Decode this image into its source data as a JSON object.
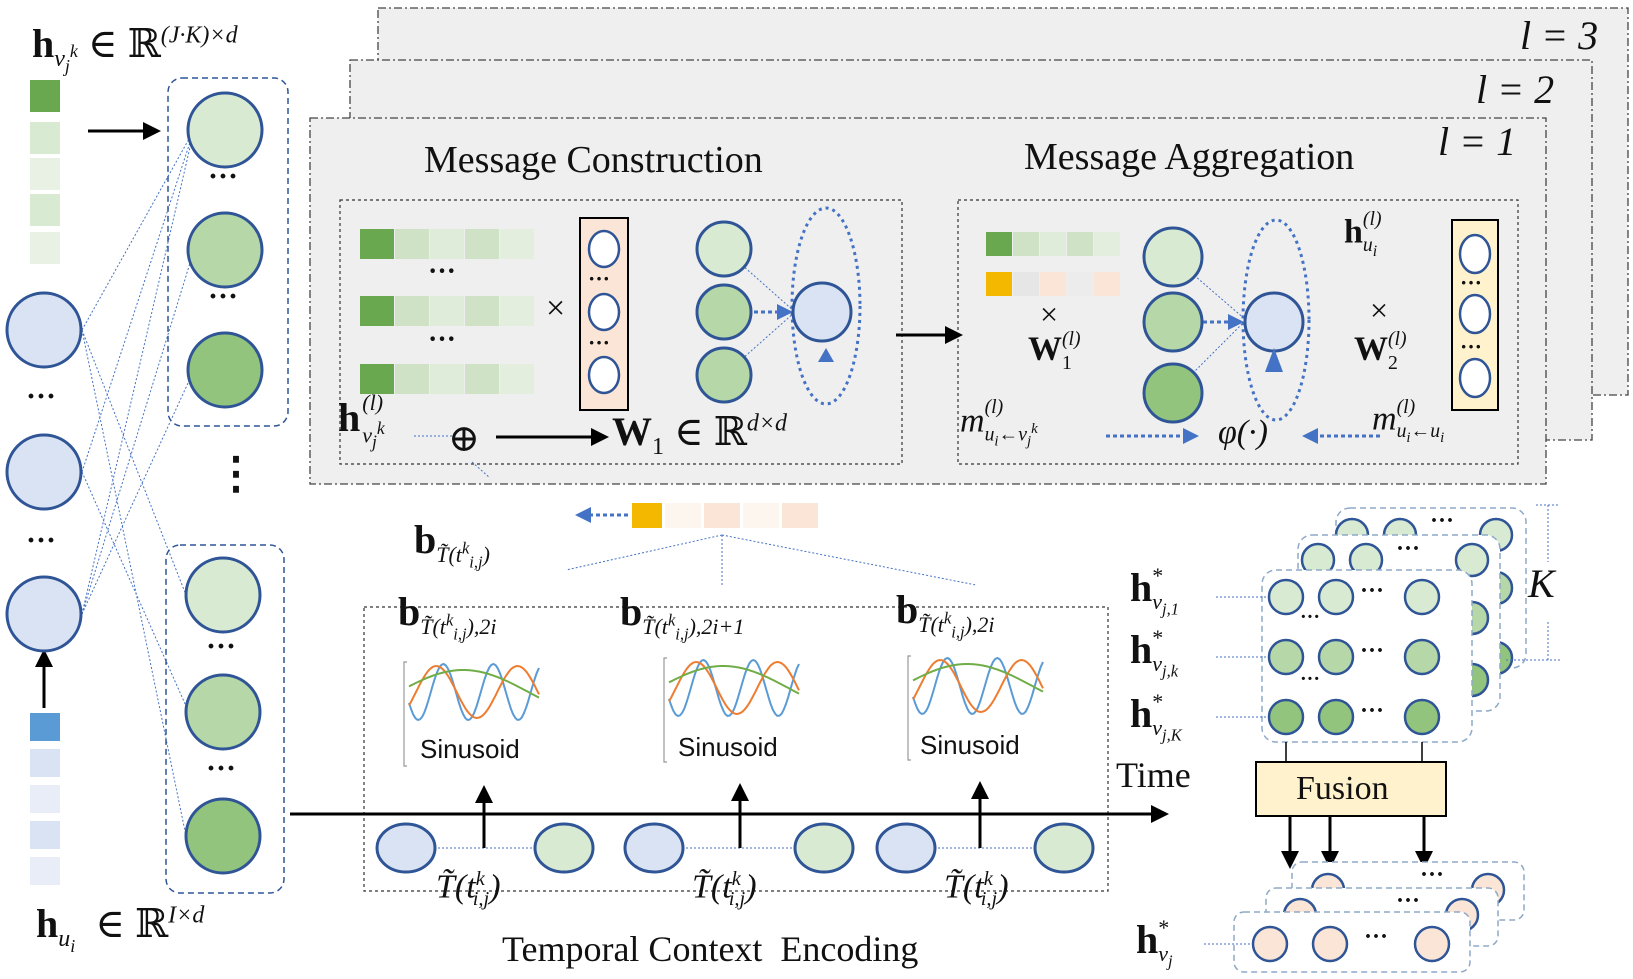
{
  "labels": {
    "h_vjk_dim": {
      "main": "h",
      "sub": "v",
      "subsub": "j",
      "subsup": "k",
      "in": "∈",
      "space": "ℝ",
      "sup": "(J·K)×d"
    },
    "h_ui_dim": {
      "main": "h",
      "sub": "u",
      "subsub": "i",
      "in": "∈",
      "space": "ℝ",
      "sup": "I×d"
    },
    "l3": "l = 3",
    "l2": "l = 2",
    "l1": "l = 1",
    "message_construction": "Message Construction",
    "message_aggregation": "Message Aggregation",
    "times": "×",
    "oplus": "⊕",
    "h_l_vjk": {
      "main": "h",
      "sup": "(l)",
      "sub": "v",
      "subsub": "j",
      "subsup": "k"
    },
    "W1_space": {
      "main": "W",
      "sub": "1",
      "in": "∈",
      "space": "ℝ",
      "sup": "d×d"
    },
    "W1_l": {
      "main": "W",
      "sub": "1",
      "sup": "(l)"
    },
    "W2_l": {
      "main": "W",
      "sub": "2",
      "sup": "(l)"
    },
    "h_l_ui": {
      "main": "h",
      "sup": "(l)",
      "sub": "u",
      "subsub": "i"
    },
    "m_vj": {
      "main": "m",
      "sup": "(l)",
      "sub": "u",
      "subsub": "i",
      "arrow": "←",
      "sub2": "v",
      "sub2sub": "j",
      "sub2sup": "k"
    },
    "m_ui": {
      "main": "m",
      "sup": "(l)",
      "sub": "u",
      "subsub": "i",
      "arrow": "←",
      "sub2": "u",
      "sub2sub": "i"
    },
    "phi": "φ(·)",
    "b_T": {
      "main": "b",
      "sub": "T̃(t",
      "subsup": "k",
      "subsub": "i,j",
      "close": ")"
    },
    "b_T_2i": {
      "main": "b",
      "sub": "T̃(t",
      "subsup": "k",
      "subsub": "i,j",
      "close": "),2i"
    },
    "b_T_2i1": {
      "main": "b",
      "sub": "T̃(t",
      "subsup": "k",
      "subsub": "i,j",
      "close": "),2i+1"
    },
    "sinusoid": "Sinusoid",
    "T_tij": {
      "main": "T̃(t",
      "sup": "k",
      "sub": "i,j",
      "close": ")"
    },
    "time": "Time",
    "temporal_context_encoding": "Temporal Context  Encoding",
    "h_star_vj1": {
      "main": "h",
      "sup": "*",
      "sub": "v",
      "subsub": "j,1"
    },
    "h_star_vjk": {
      "main": "h",
      "sup": "*",
      "sub": "v",
      "subsub": "j,k"
    },
    "h_star_vjK": {
      "main": "h",
      "sup": "*",
      "sub": "v",
      "subsub": "j,K"
    },
    "h_star_vj": {
      "main": "h",
      "sup": "*",
      "sub": "v",
      "subsub": "j"
    },
    "K": "K",
    "fusion": "Fusion",
    "dots": "···",
    "vdots": "⋮"
  },
  "colors": {
    "green_dark": "#6aa84f",
    "green_mid": "#b6d7a8",
    "green_light": "#d9ead3",
    "green_pale": "#e8f1e3",
    "blue_node": "#dae3f3",
    "blue_edge": "#2f5597",
    "blue_accent": "#4472c4",
    "peach": "#fbe5d6",
    "orange": "#f5b800",
    "panel_gray": "#efefef",
    "fusion_fill": "#fff2cc",
    "sin_blue": "#5b9bd5",
    "sin_orange": "#ed7d31",
    "sin_green": "#70ad47"
  }
}
